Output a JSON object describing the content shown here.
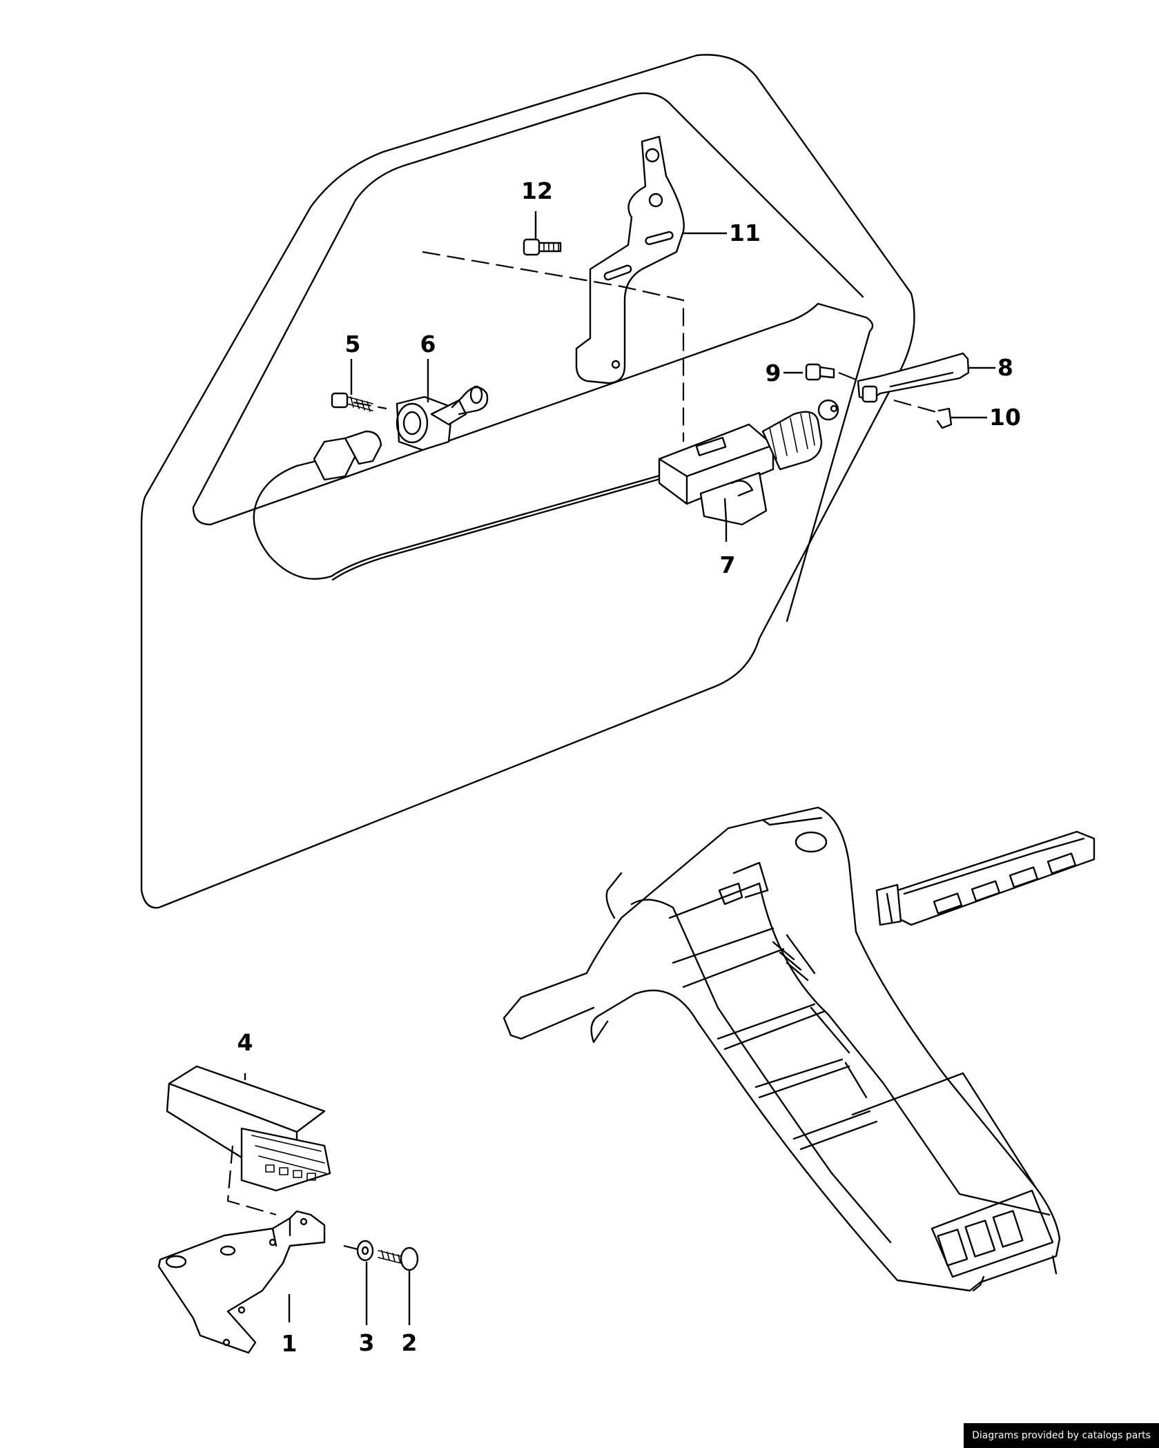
{
  "callouts": {
    "c1": "1",
    "c2": "2",
    "c3": "3",
    "c4": "4",
    "c5": "5",
    "c6": "6",
    "c7": "7",
    "c8": "8",
    "c9": "9",
    "c10": "10",
    "c11": "11",
    "c12": "12"
  },
  "credit": "Diagrams provided by catalogs parts"
}
